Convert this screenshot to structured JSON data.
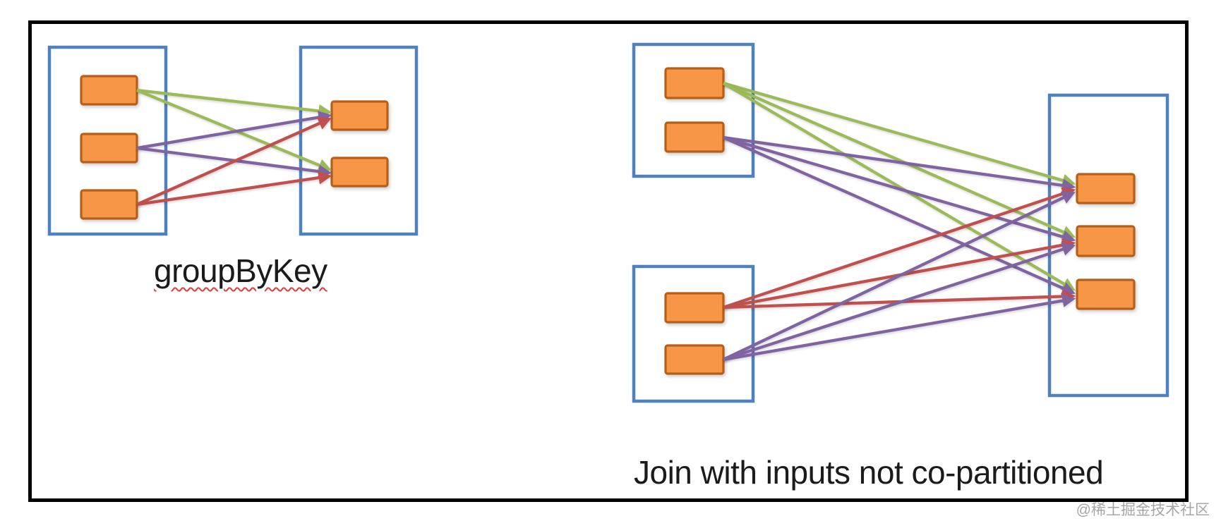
{
  "colors": {
    "background": "#ffffff",
    "frame_black": "#000000",
    "partition_box_blue": "#4f81bd",
    "task_fill_orange": "#f79646",
    "task_border_orange": "#b4601a",
    "arrow_green": "#9bbb59",
    "arrow_purple": "#8064a2",
    "arrow_red": "#c0504d",
    "label_ink": "#1b1b1b",
    "spellcheck_squiggle_red": "#e23b3b",
    "watermark_gray": "#a6a6a6"
  },
  "diagrams": [
    {
      "id": "groupByKey",
      "label": "groupByKey",
      "misspelling_underline": true,
      "left_box_tasks": 3,
      "right_box_tasks": 2,
      "edges": [
        {
          "source": 0,
          "target": 0,
          "color": "green"
        },
        {
          "source": 0,
          "target": 1,
          "color": "green"
        },
        {
          "source": 1,
          "target": 0,
          "color": "purple"
        },
        {
          "source": 1,
          "target": 1,
          "color": "purple"
        },
        {
          "source": 2,
          "target": 0,
          "color": "red"
        },
        {
          "source": 2,
          "target": 1,
          "color": "red"
        }
      ]
    },
    {
      "id": "join",
      "label": "Join with inputs not co-partitioned",
      "misspelling_underline": false,
      "top_left_box_tasks": 2,
      "bottom_left_box_tasks": 2,
      "right_box_tasks": 3,
      "edges": [
        {
          "source": 0,
          "target": 0,
          "color": "green"
        },
        {
          "source": 0,
          "target": 1,
          "color": "green"
        },
        {
          "source": 0,
          "target": 2,
          "color": "green"
        },
        {
          "source": 1,
          "target": 0,
          "color": "purple"
        },
        {
          "source": 1,
          "target": 1,
          "color": "purple"
        },
        {
          "source": 1,
          "target": 2,
          "color": "purple"
        },
        {
          "source": 2,
          "target": 0,
          "color": "red"
        },
        {
          "source": 2,
          "target": 1,
          "color": "red"
        },
        {
          "source": 2,
          "target": 2,
          "color": "red"
        },
        {
          "source": 3,
          "target": 0,
          "color": "purple"
        },
        {
          "source": 3,
          "target": 1,
          "color": "purple"
        },
        {
          "source": 3,
          "target": 2,
          "color": "purple"
        }
      ]
    }
  ],
  "watermark": {
    "text": "@稀土掘金技术社区"
  }
}
